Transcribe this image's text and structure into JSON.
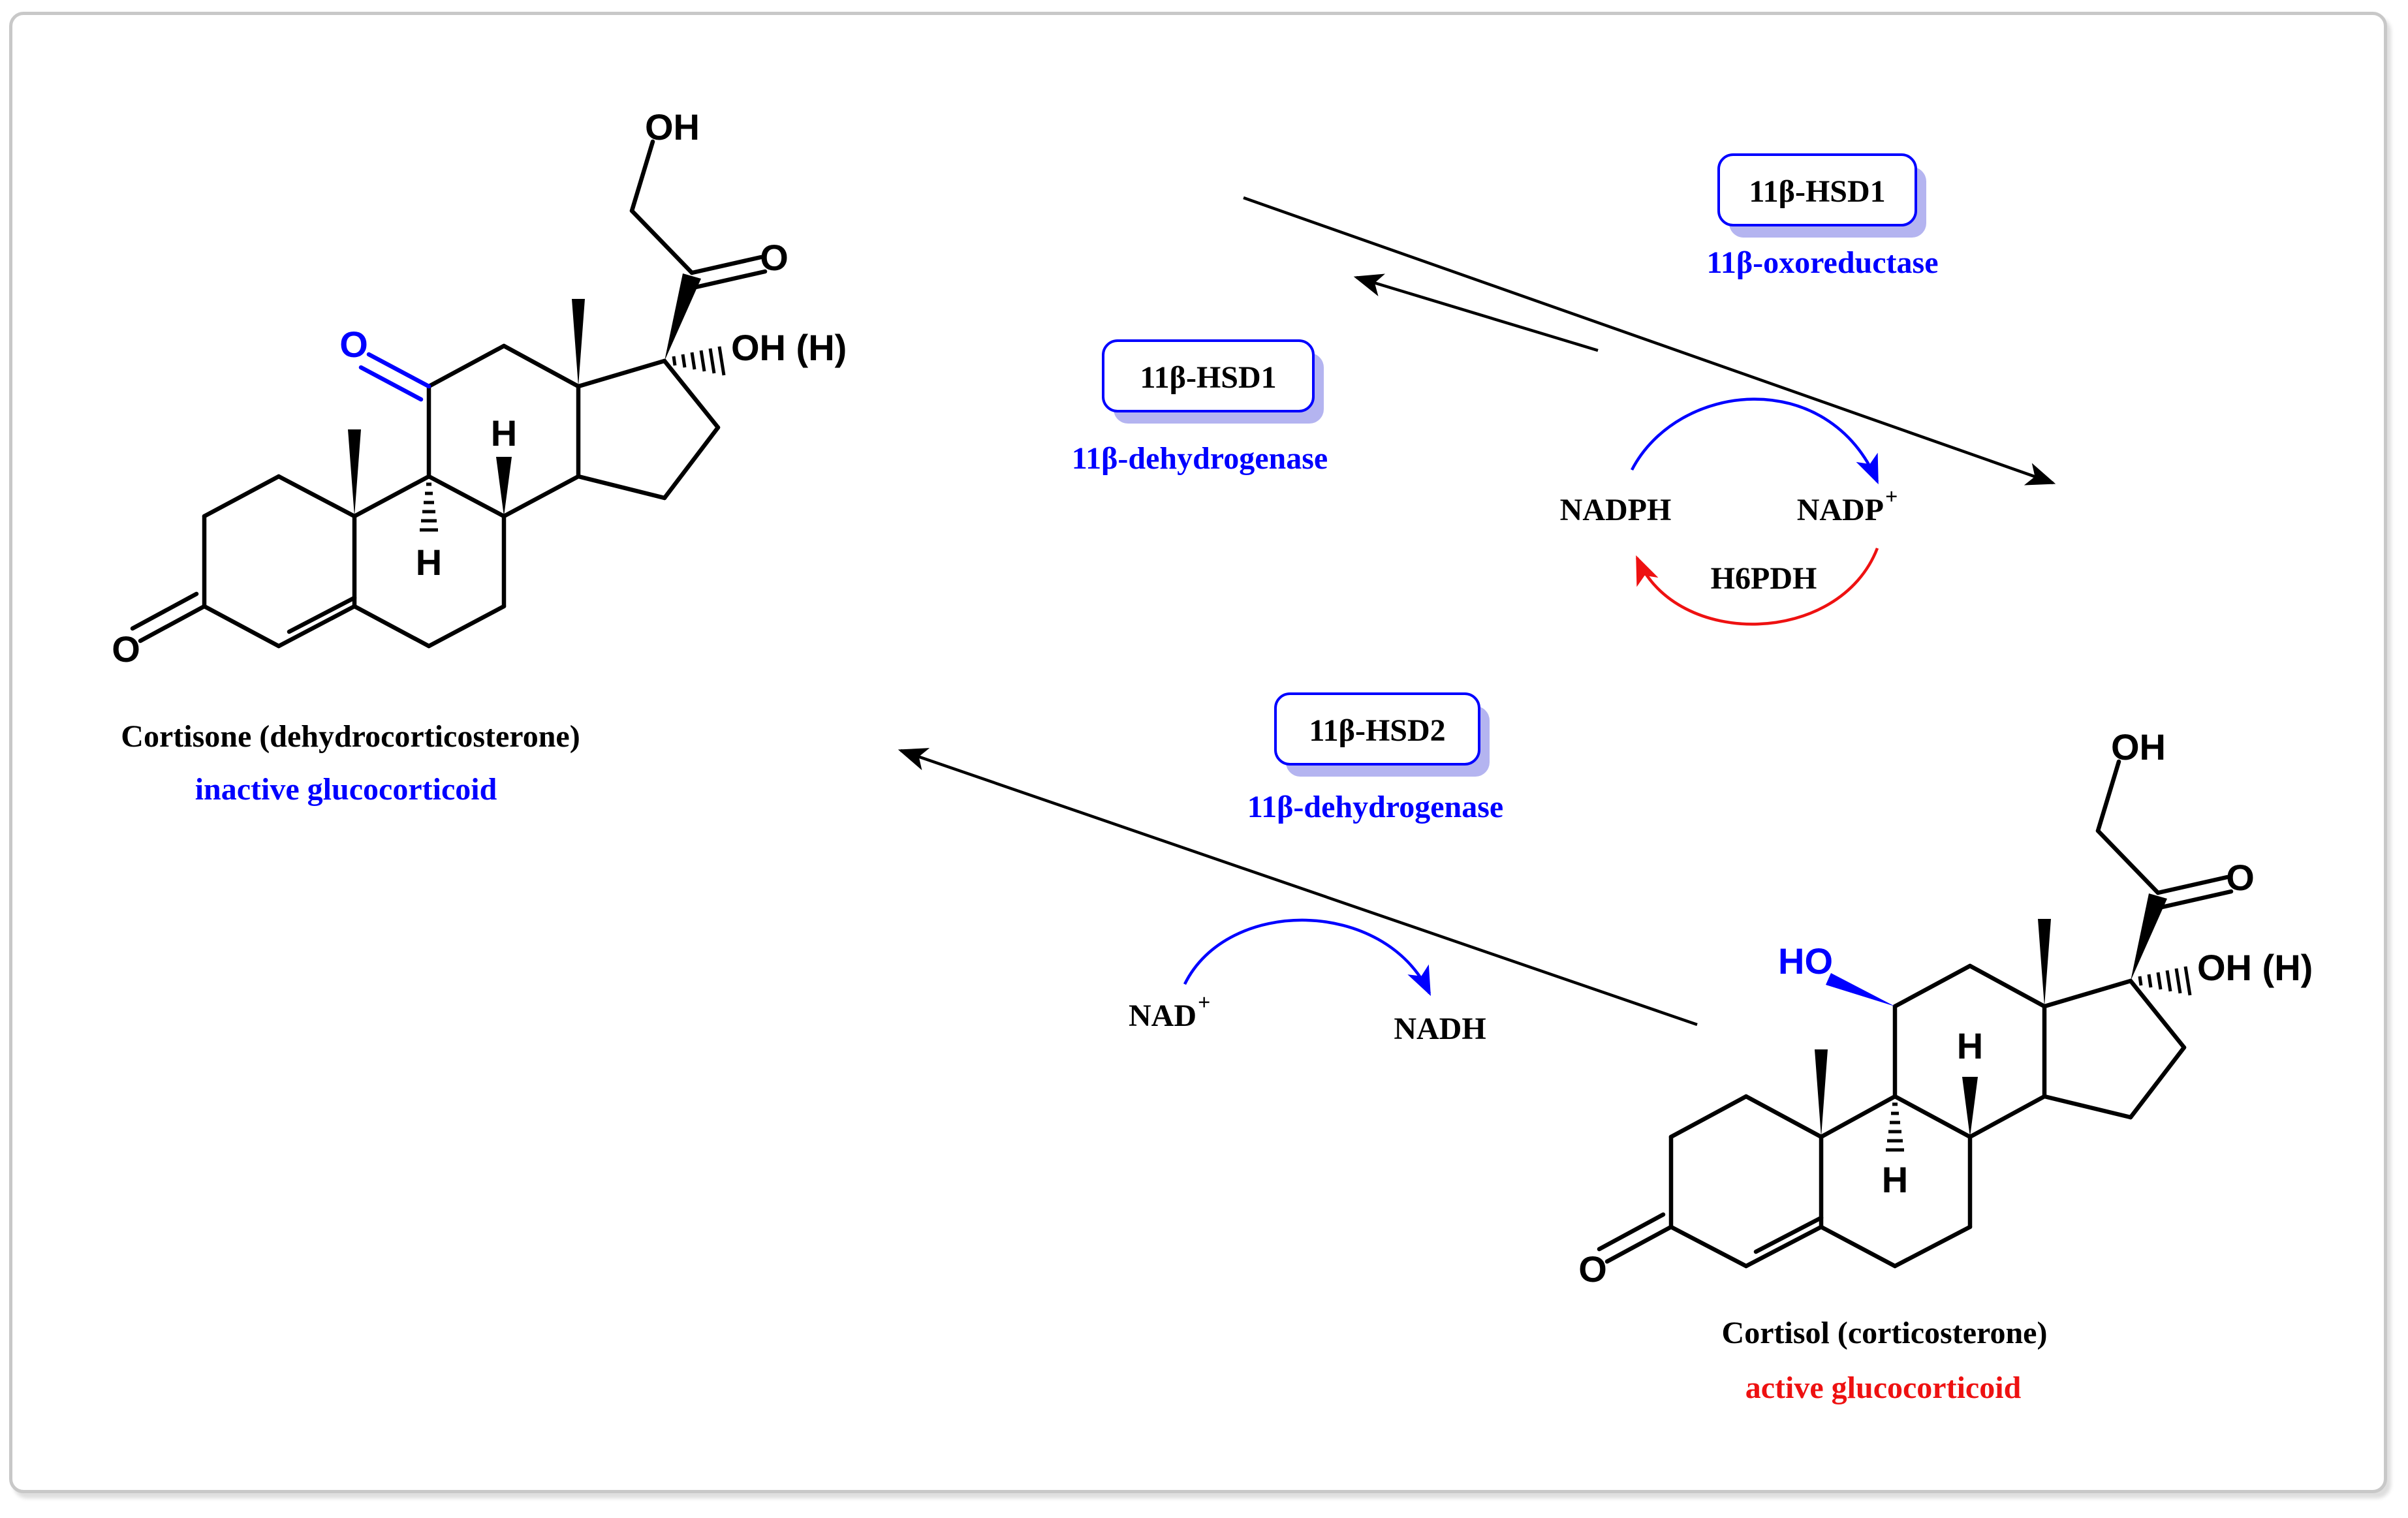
{
  "colors": {
    "black": "#000000",
    "blue": "#0000ff",
    "red": "#ee1111",
    "box_shadow": "#b4b4f0"
  },
  "cortisone": {
    "name": "Cortisone (dehydrocorticosterone)",
    "role": "inactive glucocorticoid",
    "atoms": {
      "oh_top": "OH",
      "o_ketone": "O",
      "oh_17": "OH (H)",
      "o_11": "O",
      "h_8": "H",
      "h_9": "H",
      "o_3": "O"
    }
  },
  "cortisol": {
    "name": "Cortisol (corticosterone)",
    "role": "active glucocorticoid",
    "atoms": {
      "oh_top": "OH",
      "o_ketone": "O",
      "oh_17": "OH (H)",
      "ho_11": "HO",
      "h_8": "H",
      "h_9": "H",
      "o_3": "O"
    }
  },
  "enzymes": {
    "hsd1_reductase": {
      "label": "11β-HSD1",
      "activity": "11β-oxoreductase"
    },
    "hsd1_dehydrogenase": {
      "label": "11β-HSD1",
      "activity": "11β-dehydrogenase"
    },
    "hsd2_dehydrogenase": {
      "label": "11β-HSD2",
      "activity": "11β-dehydrogenase"
    }
  },
  "cofactors": {
    "nadph": "NADPH",
    "nadp_base": "NADP",
    "nadp_sup": "+",
    "h6pdh": "H6PDH",
    "nad_base": "NAD",
    "nad_sup": "+",
    "nadh": "NADH"
  }
}
